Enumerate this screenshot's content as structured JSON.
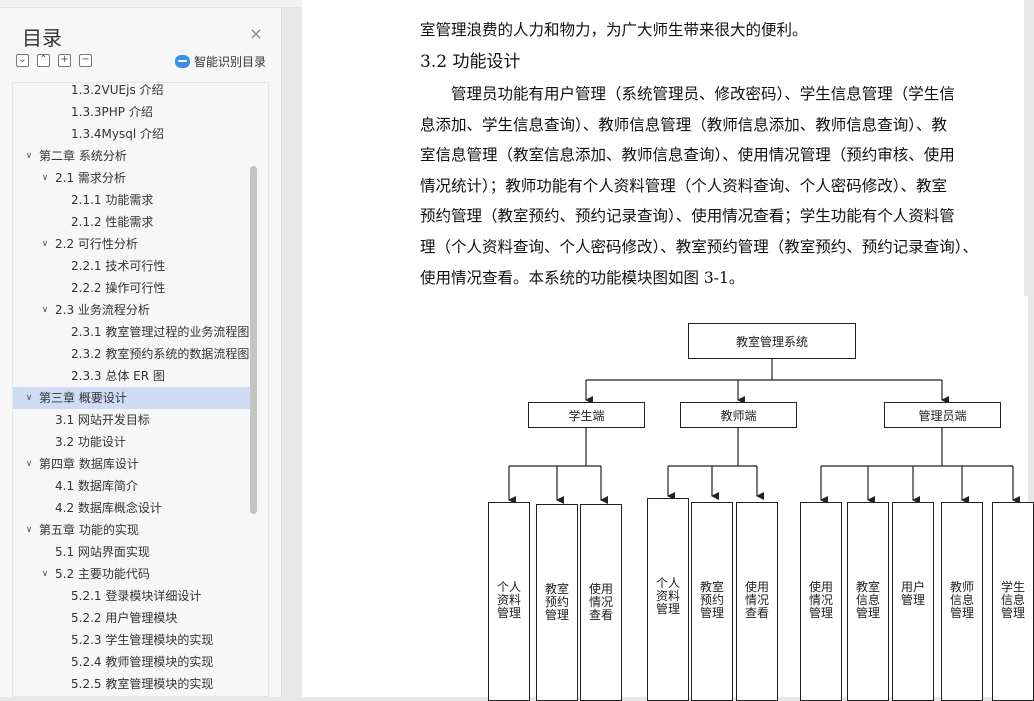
{
  "sidebar": {
    "title": "目录",
    "close_symbol": "×",
    "toolbar": [
      "⌄",
      "⌃",
      "+",
      "−"
    ],
    "smart_label": "智能识别目录",
    "items": [
      {
        "label": "1.3.2VUEjs 介绍",
        "level": 3,
        "chevron": ""
      },
      {
        "label": "1.3.3PHP 介绍",
        "level": 3,
        "chevron": ""
      },
      {
        "label": "1.3.4Mysql 介绍",
        "level": 3,
        "chevron": ""
      },
      {
        "label": "第二章  系统分析",
        "level": 1,
        "chevron": "∨"
      },
      {
        "label": "2.1 需求分析",
        "level": 2,
        "chevron": "∨"
      },
      {
        "label": "2.1.1 功能需求",
        "level": 3,
        "chevron": ""
      },
      {
        "label": "2.1.2 性能需求",
        "level": 3,
        "chevron": ""
      },
      {
        "label": "2.2 可行性分析",
        "level": 2,
        "chevron": "∨"
      },
      {
        "label": "2.2.1 技术可行性",
        "level": 3,
        "chevron": ""
      },
      {
        "label": "2.2.2 操作可行性",
        "level": 3,
        "chevron": ""
      },
      {
        "label": "2.3  业务流程分析",
        "level": 2,
        "chevron": "∨"
      },
      {
        "label": "2.3.1 教室管理过程的业务流程图",
        "level": 3,
        "chevron": ""
      },
      {
        "label": "2.3.2 教室预约系统的数据流程图",
        "level": 3,
        "chevron": ""
      },
      {
        "label": "2.3.3 总体 ER 图",
        "level": 3,
        "chevron": ""
      },
      {
        "label": "第三章  概要设计",
        "level": 1,
        "chevron": "∨",
        "active": true
      },
      {
        "label": "3.1 网站开发目标",
        "level": 2,
        "chevron": ""
      },
      {
        "label": "3.2 功能设计",
        "level": 2,
        "chevron": ""
      },
      {
        "label": "第四章  数据库设计",
        "level": 1,
        "chevron": "∨"
      },
      {
        "label": "4.1 数据库简介",
        "level": 2,
        "chevron": ""
      },
      {
        "label": "4.2 数据库概念设计",
        "level": 2,
        "chevron": ""
      },
      {
        "label": "第五章  功能的实现",
        "level": 1,
        "chevron": "∨"
      },
      {
        "label": "5.1  网站界面实现",
        "level": 2,
        "chevron": ""
      },
      {
        "label": "5.2  主要功能代码",
        "level": 2,
        "chevron": "∨"
      },
      {
        "label": "5.2.1 登录模块详细设计",
        "level": 3,
        "chevron": ""
      },
      {
        "label": "5.2.2 用户管理模块",
        "level": 3,
        "chevron": ""
      },
      {
        "label": "5.2.3 学生管理模块的实现",
        "level": 3,
        "chevron": ""
      },
      {
        "label": "5.2.4 教师管理模块的实现",
        "level": 3,
        "chevron": ""
      },
      {
        "label": "5.2.5 教室管理模块的实现",
        "level": 3,
        "chevron": ""
      }
    ]
  },
  "doc": {
    "lines_top": [
      "室管理浪费的人力和物力，为广大师生带来很大的便利。"
    ],
    "heading": "3.2 功能设计",
    "para": [
      "管理员功能有用户管理（系统管理员、修改密码）、学生信息管理（学生信",
      "息添加、学生信息查询）、教师信息管理（教师信息添加、教师信息查询）、教",
      "室信息管理（教室信息添加、教师信息查询）、使用情况管理（预约审核、使用",
      "情况统计）；教师功能有个人资料管理（个人资料查询、个人密码修改）、教室",
      "预约管理（教室预约、预约记录查询）、使用情况查看；学生功能有个人资料管",
      "理（个人资料查询、个人密码修改）、教室预约管理（教室预约、预约记录查询）、",
      "使用情况查看。本系统的功能模块图如图 3-1。"
    ]
  },
  "figure": {
    "root": "教室管理系统",
    "groups": [
      {
        "label": "学生端",
        "children": [
          "个人\n资料\n管理",
          "教室\n预约\n管理",
          "使用\n情况\n查看"
        ]
      },
      {
        "label": "教师端",
        "children": [
          "个人\n资料\n管理",
          "教室\n预约\n管理",
          "使用\n情况\n查看"
        ]
      },
      {
        "label": "管理员端",
        "children": [
          "使用\n情况\n管理",
          "教室\n信息\n管理",
          "用户\n管理",
          "教师\n信息\n管理",
          "学生\n信息\n管理"
        ]
      }
    ]
  }
}
